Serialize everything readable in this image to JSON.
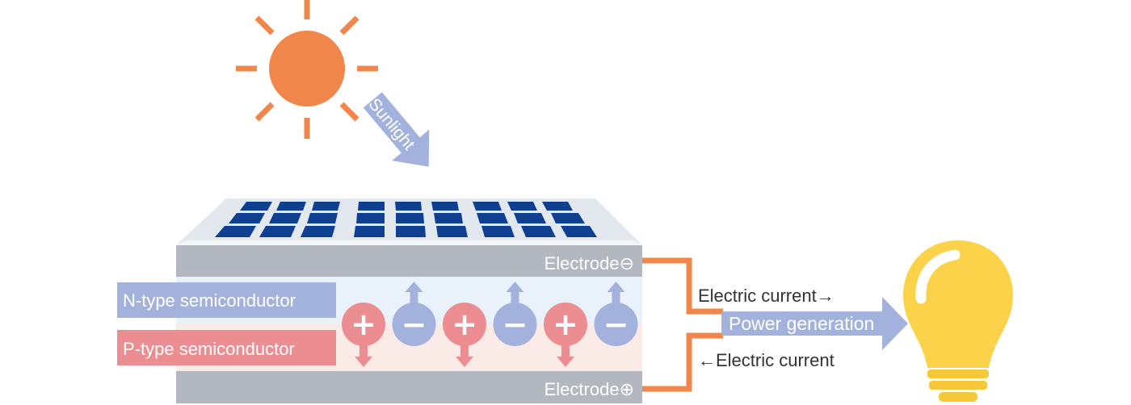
{
  "labels": {
    "sunlight": "Sunlight",
    "electrode_negative": "Electrode⊖",
    "electrode_positive": "Electrode⊕",
    "n_type": "N-type semiconductor",
    "p_type": "P-type semiconductor",
    "current_out": "Electric current→",
    "current_in": "←Electric current",
    "power_generation": "Power generation"
  },
  "carriers": [
    {
      "sign": "+",
      "kind": "hole"
    },
    {
      "sign": "−",
      "kind": "electron"
    },
    {
      "sign": "+",
      "kind": "hole"
    },
    {
      "sign": "−",
      "kind": "electron"
    },
    {
      "sign": "+",
      "kind": "hole"
    },
    {
      "sign": "−",
      "kind": "electron"
    }
  ],
  "colors": {
    "sun": "#f0864a",
    "arrow_blue": "#a3b2dc",
    "electron": "#a3b2dc",
    "hole": "#ec8d92",
    "electrode": "#b3b7bf",
    "n_layer": "#e9f2fb",
    "p_layer": "#fbebe6",
    "panel_top": "#e3e8ef",
    "cell": "#0e3f91",
    "wire": "#f0864a",
    "bulb": "#fbd24a",
    "bulb_base": "#f5c93a",
    "text_dark": "#333333"
  },
  "icons": [
    "sun-icon",
    "solar-panel-icon",
    "light-bulb-icon"
  ]
}
